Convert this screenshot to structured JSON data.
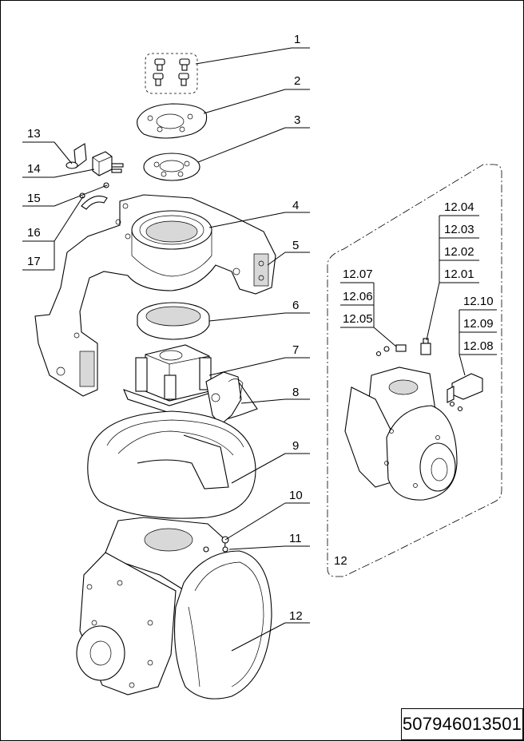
{
  "callouts": {
    "c1": "1",
    "c2": "2",
    "c3": "3",
    "c4": "4",
    "c5": "5",
    "c6": "6",
    "c7": "7",
    "c8": "8",
    "c9": "9",
    "c10": "10",
    "c11": "11",
    "c12": "12",
    "c13": "13",
    "c14": "14",
    "c15": "15",
    "c16": "16",
    "c17": "17",
    "c12_01": "12.01",
    "c12_02": "12.02",
    "c12_03": "12.03",
    "c12_04": "12.04",
    "c12_05": "12.05",
    "c12_06": "12.06",
    "c12_07": "12.07",
    "c12_08": "12.08",
    "c12_09": "12.09",
    "c12_10": "12.10",
    "detail_ref": "12"
  },
  "document_number": "507946013501"
}
